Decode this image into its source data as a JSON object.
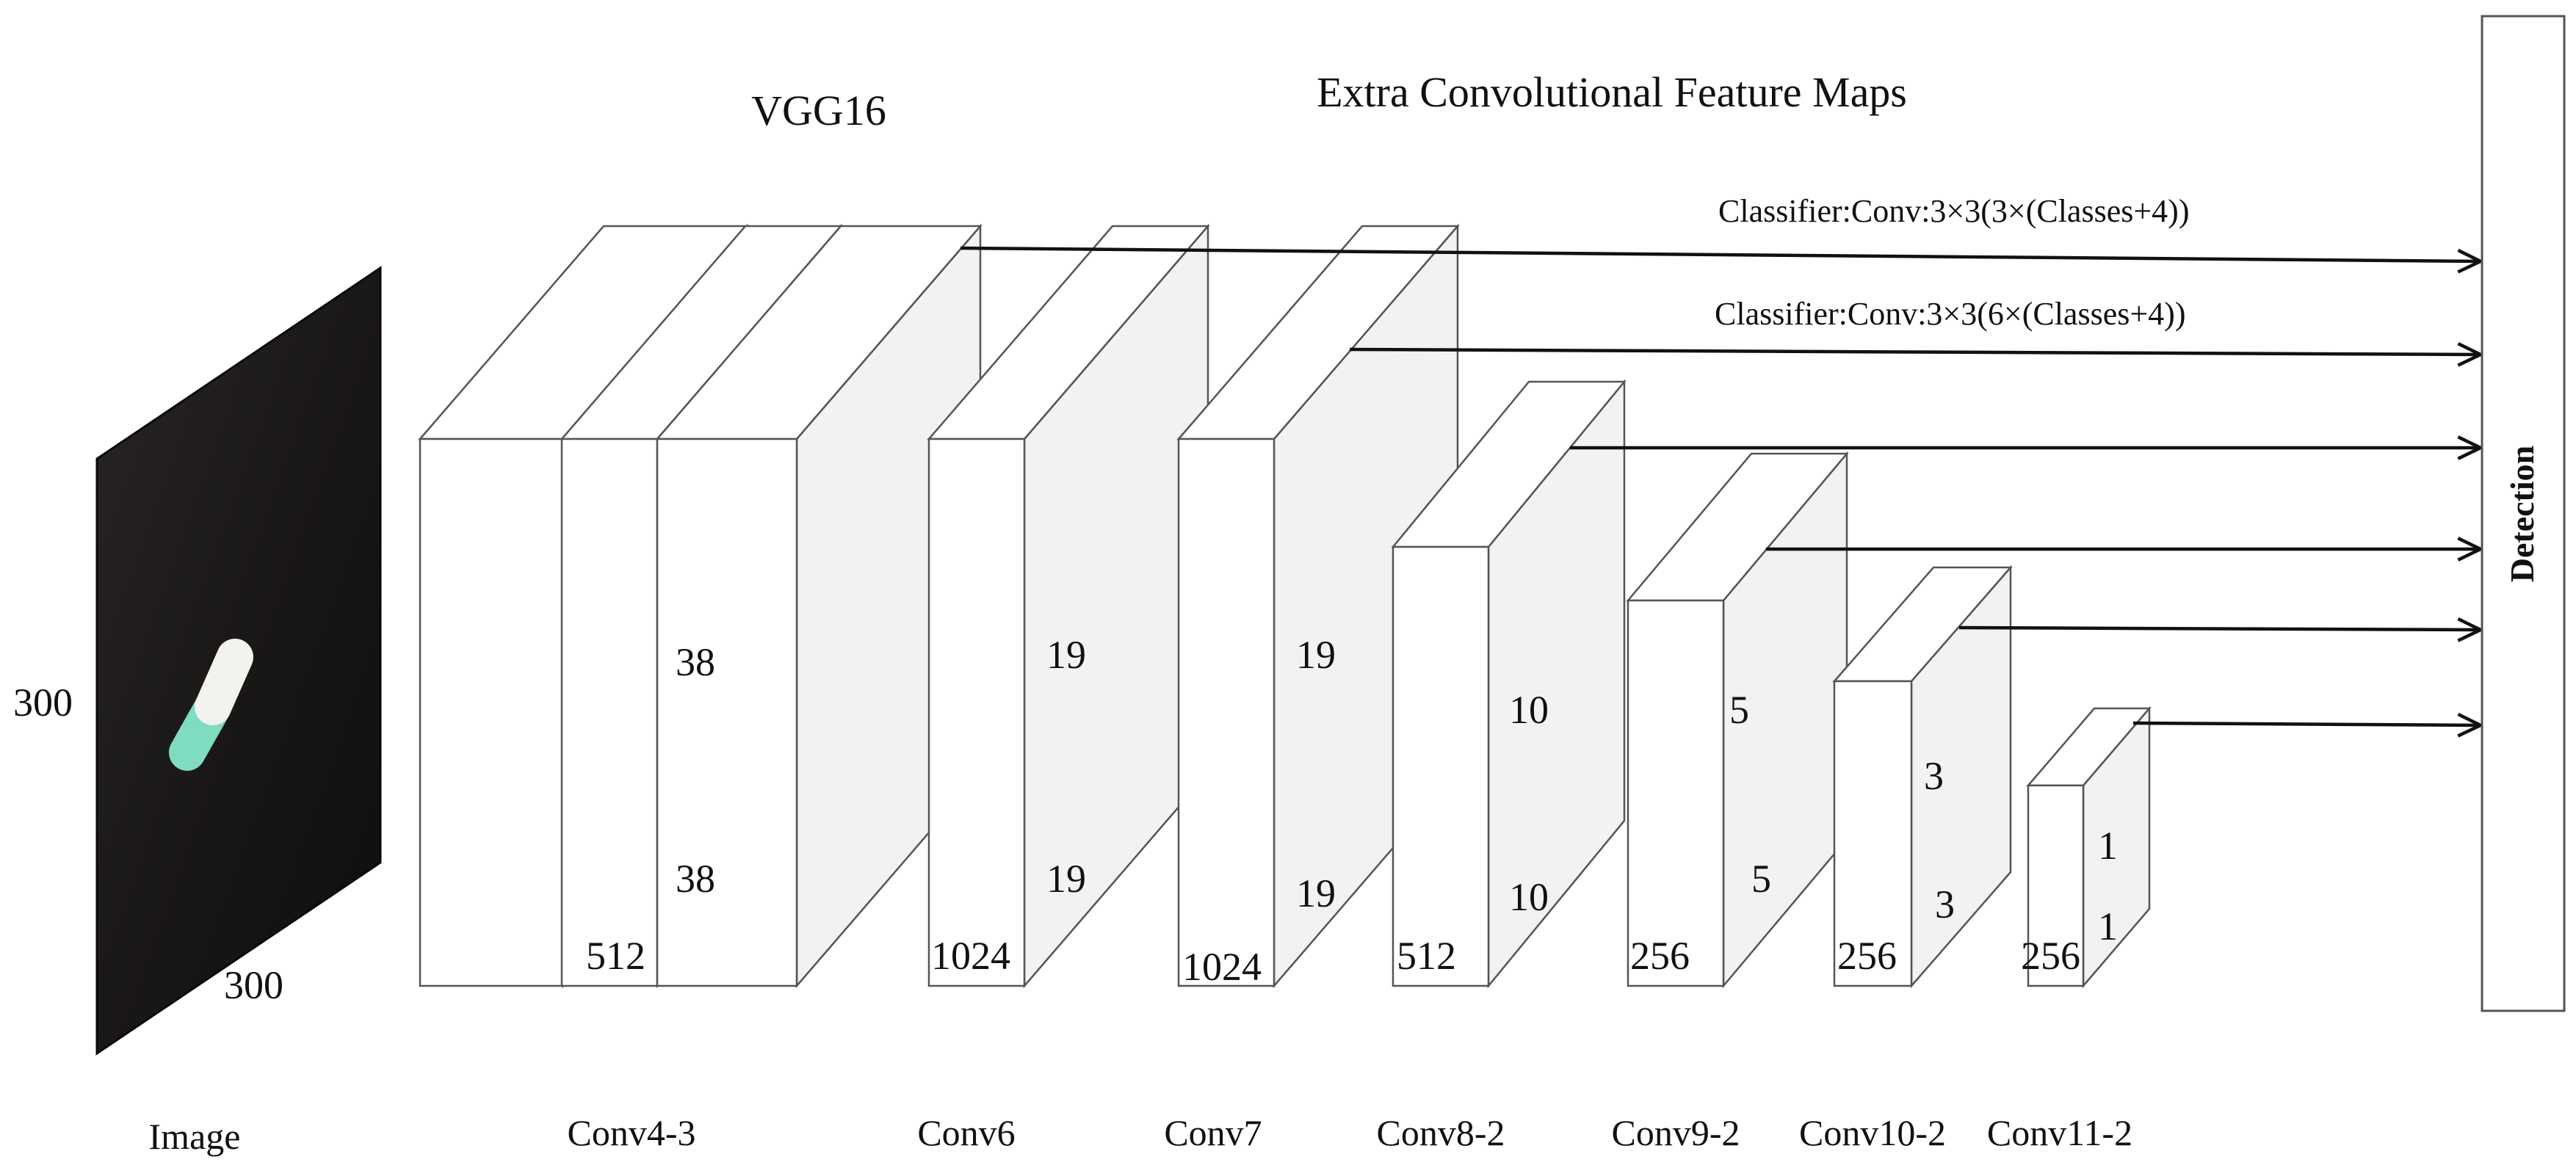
{
  "header": {
    "vgg_title": "VGG16",
    "extra_title": "Extra Convolutional Feature Maps"
  },
  "classifiers": [
    "Classifier:Conv:3×3(3×(Classes+4))",
    "Classifier:Conv:3×3(6×(Classes+4))"
  ],
  "detection_label": "Detection",
  "image": {
    "caption": "Image",
    "height_label": "300",
    "width_label": "300"
  },
  "layers": [
    {
      "caption": "Conv4-3",
      "height": "38",
      "width": "38",
      "channels": "512"
    },
    {
      "caption": "Conv6",
      "height": "19",
      "width": "19",
      "channels": "1024"
    },
    {
      "caption": "Conv7",
      "height": "19",
      "width": "19",
      "channels": "1024"
    },
    {
      "caption": "Conv8-2",
      "height": "10",
      "width": "10",
      "channels": "512"
    },
    {
      "caption": "Conv9-2",
      "height": "5",
      "width": "5",
      "channels": "256"
    },
    {
      "caption": "Conv10-2",
      "height": "3",
      "width": "3",
      "channels": "256"
    },
    {
      "caption": "Conv11-2",
      "height": "1",
      "width": "1",
      "channels": "256"
    }
  ],
  "colors": {
    "image_background": "#1a1717",
    "capsule_white": "#f2f2ee",
    "capsule_green": "#7fdcc0"
  }
}
